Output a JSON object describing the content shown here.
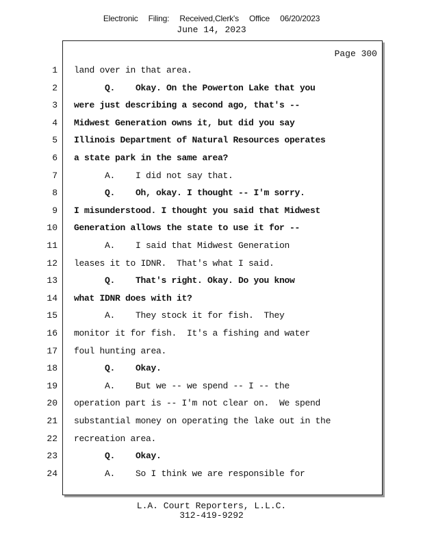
{
  "header": {
    "filing": [
      "Electronic",
      "Filing:",
      "Received,Clerk's",
      "Office",
      "06/20/2023"
    ],
    "date": "June 14, 2023"
  },
  "page_number": "Page 300",
  "lines": [
    {
      "n": "1",
      "text": "land over in that area.",
      "bold": false
    },
    {
      "n": "2",
      "text": "      Q.    Okay. On the Powerton Lake that you",
      "bold": true
    },
    {
      "n": "3",
      "text": "were just describing a second ago, that's --",
      "bold": true
    },
    {
      "n": "4",
      "text": "Midwest Generation owns it, but did you say",
      "bold": true
    },
    {
      "n": "5",
      "text": "Illinois Department of Natural Resources operates",
      "bold": true
    },
    {
      "n": "6",
      "text": "a state park in the same area?",
      "bold": true
    },
    {
      "n": "7",
      "text": "      A.    I did not say that.",
      "bold": false
    },
    {
      "n": "8",
      "text": "      Q.    Oh, okay. I thought -- I'm sorry.",
      "bold": true
    },
    {
      "n": "9",
      "text": "I misunderstood. I thought you said that Midwest",
      "bold": true
    },
    {
      "n": "10",
      "text": "Generation allows the state to use it for --",
      "bold": true
    },
    {
      "n": "11",
      "text": "      A.    I said that Midwest Generation",
      "bold": false
    },
    {
      "n": "12",
      "text": "leases it to IDNR.  That's what I said.",
      "bold": false
    },
    {
      "n": "13",
      "text": "      Q.    That's right. Okay. Do you know",
      "bold": true
    },
    {
      "n": "14",
      "text": "what IDNR does with it?",
      "bold": true
    },
    {
      "n": "15",
      "text": "      A.    They stock it for fish.  They",
      "bold": false
    },
    {
      "n": "16",
      "text": "monitor it for fish.  It's a fishing and water",
      "bold": false
    },
    {
      "n": "17",
      "text": "foul hunting area.",
      "bold": false
    },
    {
      "n": "18",
      "text": "      Q.    Okay.",
      "bold": true
    },
    {
      "n": "19",
      "text": "      A.    But we -- we spend -- I -- the",
      "bold": false
    },
    {
      "n": "20",
      "text": "operation part is -- I'm not clear on.  We spend",
      "bold": false
    },
    {
      "n": "21",
      "text": "substantial money on operating the lake out in the",
      "bold": false
    },
    {
      "n": "22",
      "text": "recreation area.",
      "bold": false
    },
    {
      "n": "23",
      "text": "      Q.    Okay.",
      "bold": true
    },
    {
      "n": "24",
      "text": "      A.    So I think we are responsible for",
      "bold": false
    }
  ],
  "footer": {
    "company": "L.A. Court Reporters, L.L.C.",
    "phone": "312-419-9292"
  }
}
